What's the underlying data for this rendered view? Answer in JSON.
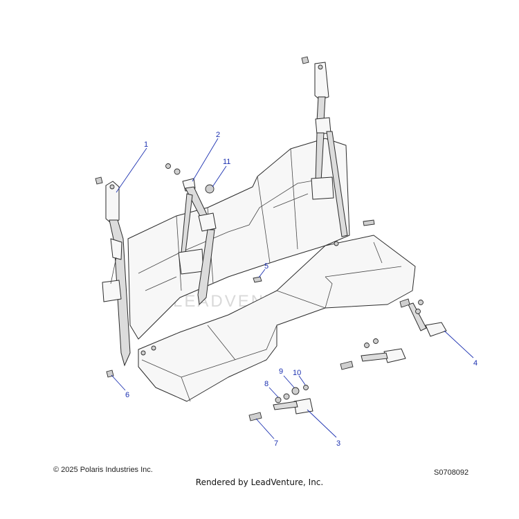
{
  "callouts": [
    {
      "id": "c1",
      "label": "1"
    },
    {
      "id": "c2",
      "label": "2"
    },
    {
      "id": "c3",
      "label": "3"
    },
    {
      "id": "c4",
      "label": "4"
    },
    {
      "id": "c5",
      "label": "5"
    },
    {
      "id": "c6",
      "label": "6"
    },
    {
      "id": "c7",
      "label": "7"
    },
    {
      "id": "c8",
      "label": "8"
    },
    {
      "id": "c9",
      "label": "9"
    },
    {
      "id": "c10",
      "label": "10"
    },
    {
      "id": "c11",
      "label": "11"
    }
  ],
  "watermark": "LEADVENTURE",
  "footer": {
    "copyright": "© 2025 Polaris Industries Inc.",
    "drawing_id": "S0708092",
    "rendered_by": "Rendered by LeadVenture, Inc."
  },
  "colors": {
    "callout": "#1a2fb0",
    "line": "#2a2a2a",
    "watermark": "#d9d9d9"
  }
}
